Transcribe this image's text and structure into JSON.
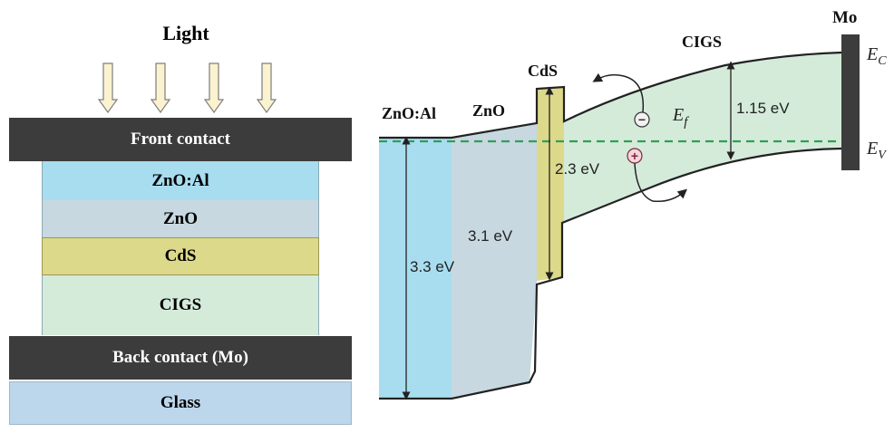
{
  "left": {
    "light": "Light",
    "layers": {
      "front": "Front contact",
      "zno_al": "ZnO:Al",
      "zno": "ZnO",
      "cds": "CdS",
      "cigs": "CIGS",
      "back": "Back contact (Mo)",
      "glass": "Glass"
    },
    "colors": {
      "contact": "#3c3c3c",
      "zno_al": "#a8ddf0",
      "zno": "#c7d8e0",
      "cds": "#dcd98a",
      "cigs": "#d4ebd9",
      "glass": "#bcd6ec"
    }
  },
  "right": {
    "labels": {
      "zno_al": "ZnO:Al",
      "zno": "ZnO",
      "cds": "CdS",
      "cigs": "CIGS",
      "mo": "Mo"
    },
    "energies": {
      "e1": "3.3 eV",
      "e2": "3.1 eV",
      "e3": "2.3 eV",
      "e4": "1.15 eV"
    },
    "ec_main": "E",
    "ec_sub": "C",
    "ev_main": "E",
    "ev_sub": "V",
    "ef_main": "E",
    "ef_sub": "f",
    "minus": "−",
    "plus": "+"
  }
}
